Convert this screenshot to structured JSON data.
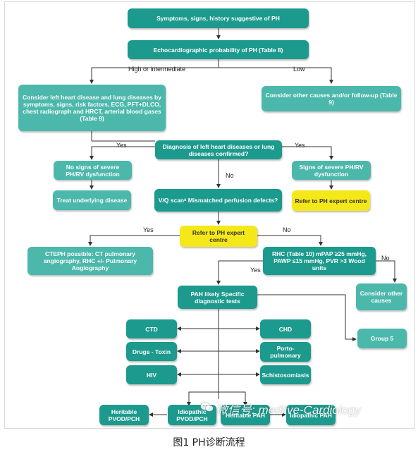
{
  "nodes": {
    "symptoms": "Symptoms, signs, history suggestive of PH",
    "echo": "Echocardiographic probability of PH (Table 8)",
    "consider_left": "Consider left heart disease and lung diseases by symptoms, signs, risk factors, ECG, PFT+DLCO, chest radiograph and HRCT, arterial blood gases (Table 9)",
    "consider_other_top": "Consider other causes and/or follow-up (Table 9)",
    "diagnosis": "Diagnosis of left heart diseases or lung diseases confirmed?",
    "no_signs": "No signs of severe PH/RV dysfunction",
    "signs_severe": "Signs of severe PH/RV dysfunction",
    "treat": "Treat underlying disease",
    "vq": "V/Q scanᵃ Mismatched perfusion defects?",
    "refer1": "Refer to PH expert centre",
    "refer2": "Refer to PH expert centre",
    "cteph": "CTEPH possible: CT pulmonary angiography, RHC +/- Pulmonary Angiography",
    "rhc": "RHC (Table 10) mPAP ≥25 mmHg, PAWP ≤15 mmHg, PVR >3 Wood units",
    "consider_other_bottom": "Consider other causes",
    "pah_likely": "PAH likely Specific diagnostic tests",
    "group5": "Group 5",
    "ctd": "CTD",
    "chd": "CHD",
    "drugs": "Drugs - Toxin",
    "porto": "Porto-pulmonary",
    "hiv": "HIV",
    "schisto": "Schistosomiasis",
    "heritable_pvod": "Heritable PVOD/PCH",
    "idiopathic_pvod": "Idiopathic PVOD/PCH",
    "heritable_pah": "Heritable PAH",
    "idiopathic_pah": "Idiopathic PAH"
  },
  "labels": {
    "high": "High or intermediate",
    "low": "Low",
    "yes_left": "Yes",
    "yes_right": "Yes",
    "no_diag": "No",
    "yes_vq": "Yes",
    "no_vq": "No",
    "yes_rhc": "Yes",
    "no_rhc": "No"
  },
  "watermark": "微信号: medlive-Cardiology",
  "caption": "图1 PH诊断流程",
  "colors": {
    "teal": "#2aa69a",
    "yellow": "#f5e818",
    "line": "#333333"
  }
}
